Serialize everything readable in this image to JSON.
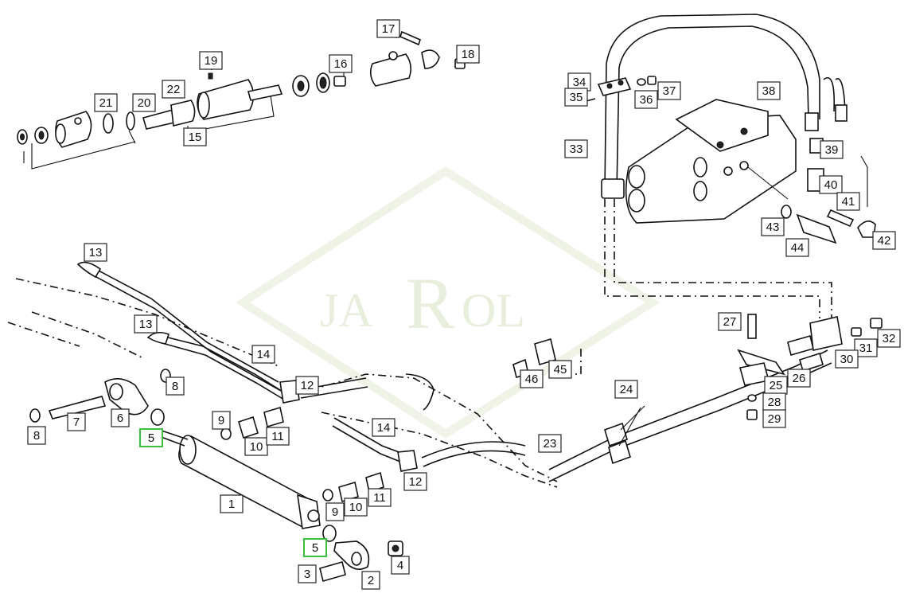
{
  "watermark": {
    "text_left": "JA",
    "text_mid": "R",
    "text_right": "OL",
    "color": "#e6edd9"
  },
  "highlight_color": "#3fbf3f",
  "callouts": [
    {
      "id": "c17",
      "text": "17"
    },
    {
      "id": "c19",
      "text": "19"
    },
    {
      "id": "c18",
      "text": "18"
    },
    {
      "id": "c16",
      "text": "16"
    },
    {
      "id": "c22",
      "text": "22"
    },
    {
      "id": "c21",
      "text": "21"
    },
    {
      "id": "c20",
      "text": "20"
    },
    {
      "id": "c15",
      "text": "15"
    },
    {
      "id": "c34",
      "text": "34"
    },
    {
      "id": "c35",
      "text": "35"
    },
    {
      "id": "c36",
      "text": "36"
    },
    {
      "id": "c37",
      "text": "37"
    },
    {
      "id": "c38",
      "text": "38"
    },
    {
      "id": "c33",
      "text": "33"
    },
    {
      "id": "c39",
      "text": "39"
    },
    {
      "id": "c40",
      "text": "40"
    },
    {
      "id": "c41",
      "text": "41"
    },
    {
      "id": "c43",
      "text": "43"
    },
    {
      "id": "c44",
      "text": "44"
    },
    {
      "id": "c42",
      "text": "42"
    },
    {
      "id": "c13a",
      "text": "13"
    },
    {
      "id": "c13b",
      "text": "13"
    },
    {
      "id": "c14a",
      "text": "14"
    },
    {
      "id": "c8a",
      "text": "8"
    },
    {
      "id": "c12a",
      "text": "12"
    },
    {
      "id": "c46",
      "text": "46"
    },
    {
      "id": "c45",
      "text": "45"
    },
    {
      "id": "c27",
      "text": "27"
    },
    {
      "id": "c31",
      "text": "31"
    },
    {
      "id": "c32",
      "text": "32"
    },
    {
      "id": "c30",
      "text": "30"
    },
    {
      "id": "c26",
      "text": "26"
    },
    {
      "id": "c25",
      "text": "25"
    },
    {
      "id": "c28",
      "text": "28"
    },
    {
      "id": "c29",
      "text": "29"
    },
    {
      "id": "c24",
      "text": "24"
    },
    {
      "id": "c23",
      "text": "23"
    },
    {
      "id": "c7",
      "text": "7"
    },
    {
      "id": "c6",
      "text": "6"
    },
    {
      "id": "c8b",
      "text": "8"
    },
    {
      "id": "c5a",
      "text": "5",
      "highlight": true
    },
    {
      "id": "c9a",
      "text": "9"
    },
    {
      "id": "c10a",
      "text": "10"
    },
    {
      "id": "c11a",
      "text": "11"
    },
    {
      "id": "c14b",
      "text": "14"
    },
    {
      "id": "c12b",
      "text": "12"
    },
    {
      "id": "c11b",
      "text": "11"
    },
    {
      "id": "c10b",
      "text": "10"
    },
    {
      "id": "c9b",
      "text": "9"
    },
    {
      "id": "c1",
      "text": "1"
    },
    {
      "id": "c5b",
      "text": "5",
      "highlight": true
    },
    {
      "id": "c4",
      "text": "4"
    },
    {
      "id": "c3",
      "text": "3"
    },
    {
      "id": "c2",
      "text": "2"
    }
  ]
}
